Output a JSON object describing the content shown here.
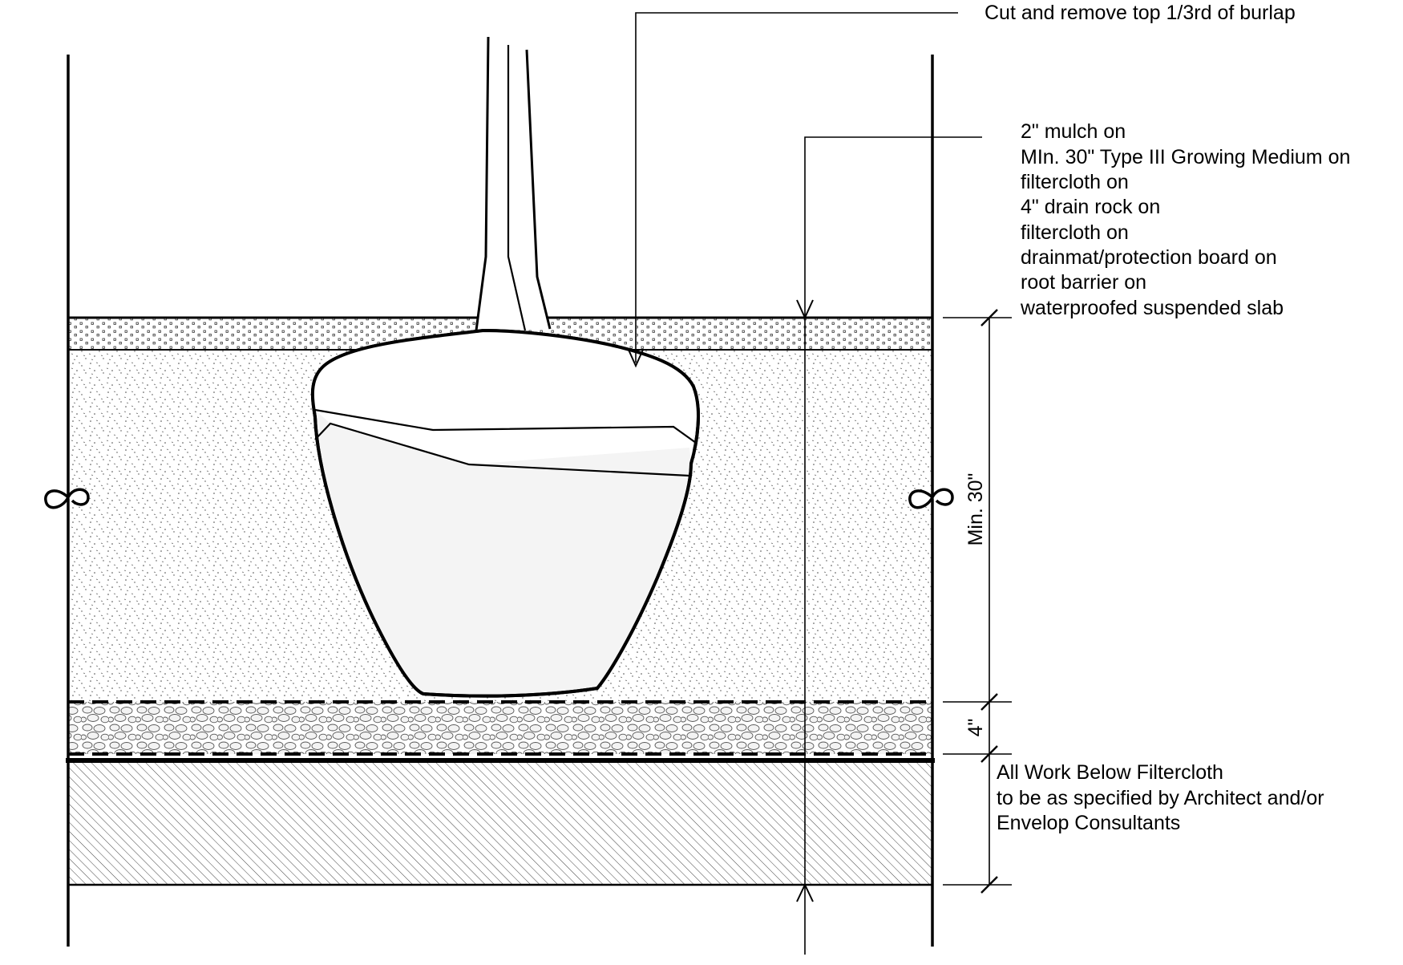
{
  "diagram": {
    "callout_top": "Cut and remove top 1/3rd  of burlap",
    "layer_stack": [
      "2\" mulch on",
      "MIn. 30\" Type III Growing Medium on",
      "filtercloth on",
      "4\" drain rock on",
      "filtercloth on",
      "drainmat/protection board on",
      "root barrier on",
      "waterproofed suspended slab"
    ],
    "note_below": [
      "All Work Below Filtercloth",
      "to be as specified by Architect and/or",
      "Envelop Consultants"
    ],
    "dimensions": {
      "growing_medium": "Min. 30\"",
      "drain_rock": "4\""
    }
  }
}
